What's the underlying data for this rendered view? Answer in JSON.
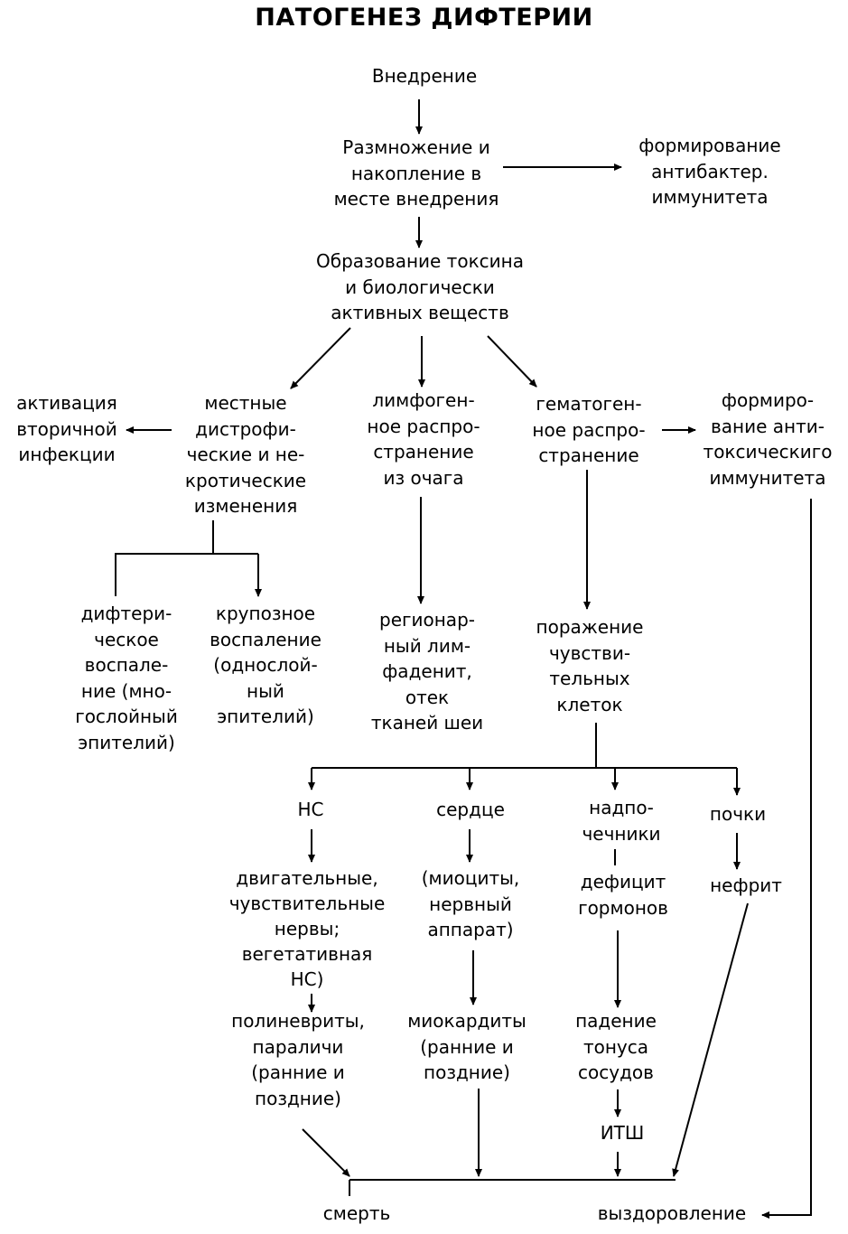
{
  "title": "ПАТОГЕНЕЗ ДИФТЕРИИ",
  "nodes": {
    "vnedrenie": "Внедрение",
    "razmnozhenie": "Размножение и\nнакопление в\nместе внедрения",
    "antibacter_immunity": "формирование\nантибактер.\nиммунитета",
    "toxin": "Образование токсина\nи биологически\nактивных веществ",
    "secondary_infection": "активация\nвторичной\nинфекции",
    "local_changes": "местные\nдистрофи-\nческие и не-\nкротические\nизменения",
    "lymphogenous": "лимфоген-\nное распро-\nстранение\nиз очага",
    "hematogenous": "гематоген-\nное распро-\nстранение",
    "antitoxic_immunity": "формиро-\nвание анти-\nтоксическиго\nиммунитета",
    "diphtheritic": "дифтери-\nческое\nвоспале-\nние (мно-\nгослойный\nэпителий)",
    "croupous": "крупозное\nвоспаление\n(однослой-\nный\nэпителий)",
    "lymphadenitis": "регионар-\nный лим-\nфаденит,\nотек\nтканей шеи",
    "sensitive_cells": "поражение\nчувстви-\nтельных\nклеток",
    "ns": "НС",
    "heart": "сердце",
    "adrenals": "надпо-\nчечники",
    "kidneys": "почки",
    "nerves": "двигательные,\nчувствительные\nнервы;\nвегетативная\nНС)",
    "myocytes": "(миоциты,\nнервный\nаппарат)",
    "hormone_deficit": "дефицит\nгормонов",
    "nephritis": "нефрит",
    "polyneuritis": "полиневриты,\nпараличи\n(ранние и\nпоздние)",
    "myocarditis": "миокардиты\n(ранние и\nпоздние)",
    "vascular_tone": "падение\nтонуса\nсосудов",
    "itsh": "ИТШ",
    "death": "смерть",
    "recovery": "выздоровление"
  }
}
